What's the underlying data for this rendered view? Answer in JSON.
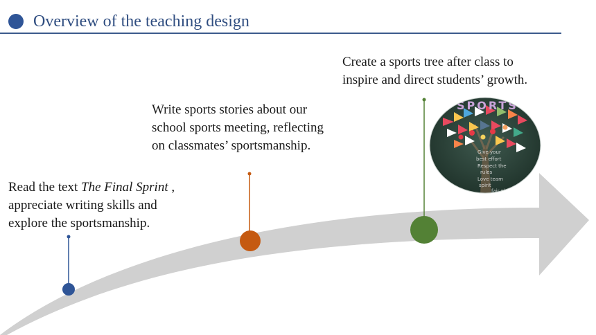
{
  "header": {
    "title": "Overview of the teaching design",
    "accent_color": "#2f5597"
  },
  "steps": [
    {
      "id": "read",
      "line1_prefix": "Read the text ",
      "line1_title": "The Final Sprint",
      "line1_suffix": " ,",
      "line2": "appreciate writing skills and",
      "line3": "explore the sportsmanship.",
      "color": "#2f5597"
    },
    {
      "id": "write",
      "line1": "Write sports stories about our",
      "line2": "school sports meeting, reflecting",
      "line3": "on classmates’ sportsmanship.",
      "color": "#c55a11"
    },
    {
      "id": "create",
      "line1": "Create a sports tree  after class to",
      "line2": "inspire and direct students’ growth.",
      "color": "#538135"
    }
  ],
  "arrow": {
    "color": "#d0d0d0"
  },
  "sports_tree": {
    "board_text": "SPORTS",
    "chalk_lines": [
      "Give your",
      "best effort",
      "Respect the",
      "rules",
      "Love team",
      "spirit",
      "fair play"
    ]
  }
}
